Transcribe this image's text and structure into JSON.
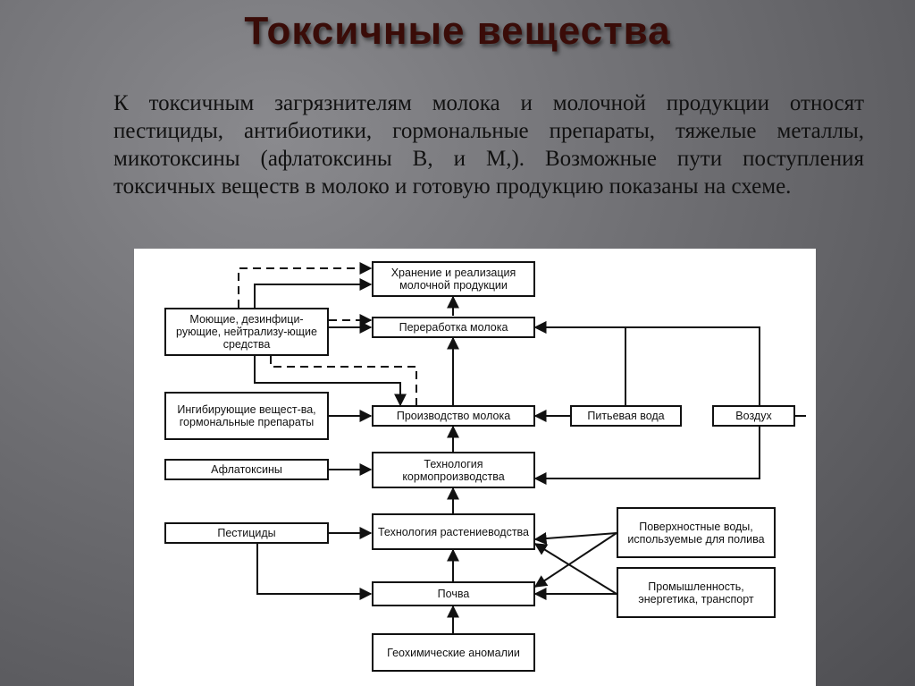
{
  "slide": {
    "title": "Токсичные вещества",
    "paragraph": "К токсичным загрязнителям молока и молочной продукции относят пестициды, антибиотики, гормональные препараты, тяжелые металлы, микотоксины (афлатоксины В, и М,). Возможные пути поступления токсичных веществ в молоко и готовую продукцию показаны на схеме."
  },
  "diagram": {
    "nodes": {
      "storage": "Хранение и реализация молочной продукции",
      "processing": "Переработка молока",
      "detergents": "Моющие, дезинфици-рующие, нейтрализу-ющие средства",
      "milk_production": "Производство молока",
      "inhibitors": "Ингибирующие вещест-ва, гормональные препараты",
      "drinking_water": "Питьевая вода",
      "air": "Воздух",
      "aflatoxins": "Афлатоксины",
      "feed_tech": "Технология кормопроизводства",
      "pesticides": "Пестициды",
      "crop_tech": "Технология растениеводства",
      "surface_water": "Поверхностные воды, используемые для полива",
      "soil": "Почва",
      "industry": "Промышленность, энергетика, транспорт",
      "geochem": "Геохимические аномалии"
    }
  }
}
